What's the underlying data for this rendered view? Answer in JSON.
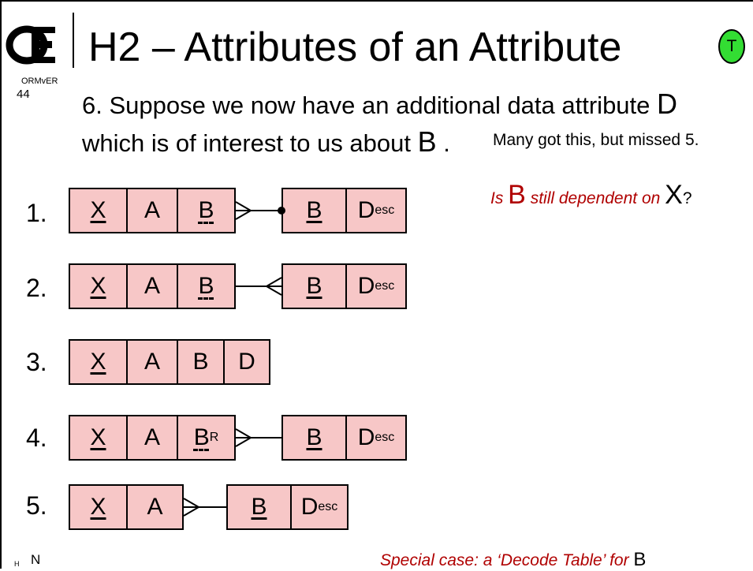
{
  "header": {
    "title": "H2 – Attributes of an Attribute",
    "badge": "T",
    "small_label": "ORMvER",
    "page_number": "44"
  },
  "question": {
    "line1_text": "6. Suppose we now have an additional data attribute ",
    "line1_var": "D",
    "line2_text": "which is of interest to us about ",
    "line2_var": "B",
    "line2_end": " ."
  },
  "notes": {
    "missed": "Many got this, but missed 5.",
    "is_prefix": "Is ",
    "is_b": "B",
    "is_mid": " still dependent on ",
    "is_x": "X",
    "is_end": "?"
  },
  "options": [
    {
      "label": "1.",
      "left": [
        "X",
        "A",
        "B"
      ],
      "right": [
        "B",
        "D",
        "esc"
      ]
    },
    {
      "label": "2.",
      "left": [
        "X",
        "A",
        "B"
      ],
      "right": [
        "B",
        "D",
        "esc"
      ]
    },
    {
      "label": "3.",
      "left": [
        "X",
        "A",
        "B",
        "D"
      ]
    },
    {
      "label": "4.",
      "left": [
        "X",
        "A",
        "B",
        "R"
      ],
      "right": [
        "B",
        "D",
        "esc"
      ]
    },
    {
      "label": "5.",
      "left": [
        "X",
        "A"
      ],
      "right": [
        "B",
        "D",
        "esc"
      ]
    }
  ],
  "footer": {
    "h": "H",
    "n": "N",
    "note_text": "Special case:  a  ‘Decode Table’  for ",
    "note_var": "B"
  },
  "colors": {
    "table_fill": "#f7c7c7",
    "note_red": "#b00000",
    "badge_green": "#33dd33"
  }
}
